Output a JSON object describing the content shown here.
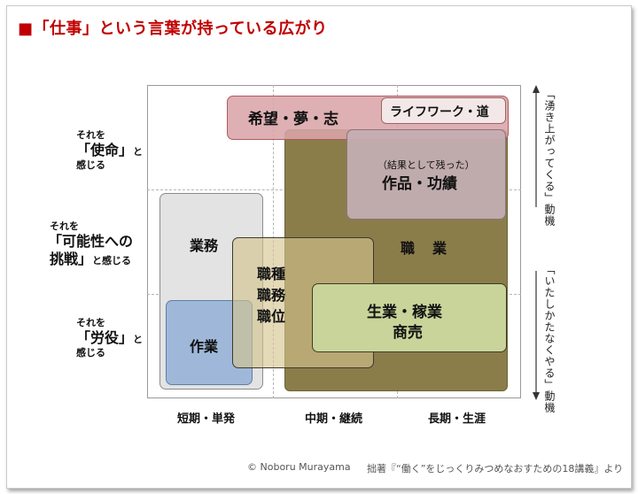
{
  "title": "■「仕事」という言葉が持っている広がり",
  "y_labels": {
    "mission": {
      "pre": "それを",
      "key": "「使命」",
      "suffix": "と",
      "post": "感じる"
    },
    "possibility": {
      "pre": "それを",
      "key_line1": "「可能性への",
      "key_line2": "挑戦」",
      "suffix": "と感じる"
    },
    "labor": {
      "pre": "それを",
      "key": "「労役」",
      "suffix": "と",
      "post": "感じる"
    }
  },
  "x_labels": [
    "短期・単発",
    "中期・継続",
    "長期・生涯"
  ],
  "right_axis": {
    "top": "「湧き上がってくる」動機",
    "bottom": "「いたしかたなくやる」動機",
    "arrow_color": "#333333"
  },
  "boxes": {
    "hope": "希望・夢・志",
    "lifework": "ライフワーク・道",
    "works_note": "（結果として残った）",
    "works": "作品・功績",
    "vocation": "職　業",
    "business_task": "業務",
    "task": "作業",
    "occupation": [
      "職種",
      "職務",
      "職位"
    ],
    "livelihood": [
      "生業・稼業",
      "商売"
    ]
  },
  "colors": {
    "title": "#c00000",
    "hope_fill": "#d9a5a8",
    "hope_border": "#b05a5f",
    "vocation_fill": "#8b7d4a",
    "works_fill": "#bfa9ad",
    "business_fill": "#e3e3e3",
    "task_fill": "#9fb8d9",
    "occupation_fill": "#cfc08c",
    "livelihood_fill": "#c8d49a"
  },
  "credit_left": "© Noboru Murayama",
  "credit_right": "拙著『“働く”をじっくりみつめなおすための18講義』より"
}
